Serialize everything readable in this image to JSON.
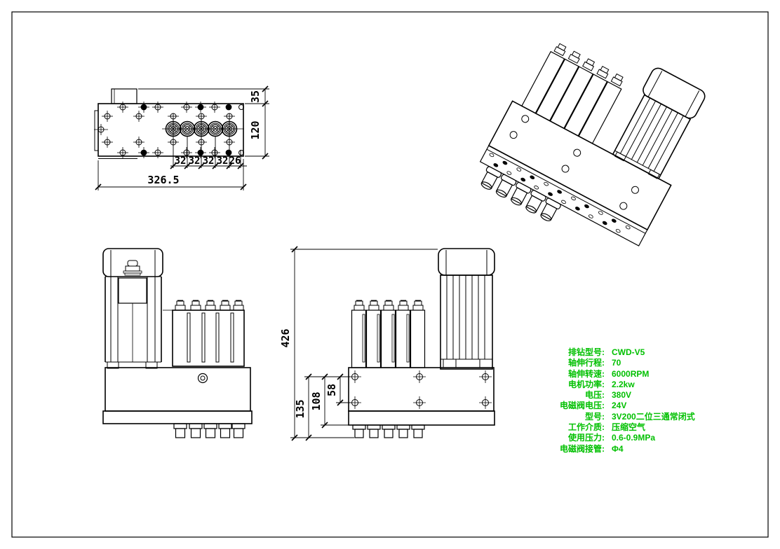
{
  "dimensions": {
    "top_view": {
      "flange_height": "35",
      "body_depth": "120",
      "spindle_pitches": [
        "32",
        "32",
        "32",
        "32",
        "26"
      ],
      "overall_length": "326.5"
    },
    "side_view": {
      "overall_height": "426",
      "plate_to_chuck_tip": "135",
      "plate_to_base_bottom": "108",
      "mount_hole_spacing": "58"
    }
  },
  "specifications": {
    "items": [
      {
        "label": "排钻型号:",
        "value": "CWD-V5"
      },
      {
        "label": "轴伸行程:",
        "value": "70"
      },
      {
        "label": "轴伸转速:",
        "value": "6000RPM"
      },
      {
        "label": "电机功率:",
        "value": "2.2kw"
      },
      {
        "label": "电压:",
        "value": "380V"
      },
      {
        "label": "电磁阀电压:",
        "value": "24V"
      },
      {
        "label": "型号:",
        "value": "3V200二位三通常闭式"
      },
      {
        "label": "工作介质:",
        "value": "压缩空气"
      },
      {
        "label": "使用压力:",
        "value": "0.6-0.9MPa"
      },
      {
        "label": "电磁阀接管:",
        "value": "Φ4"
      }
    ]
  },
  "colors": {
    "spec_text": "#00c000",
    "line": "#000000",
    "background": "#ffffff"
  }
}
